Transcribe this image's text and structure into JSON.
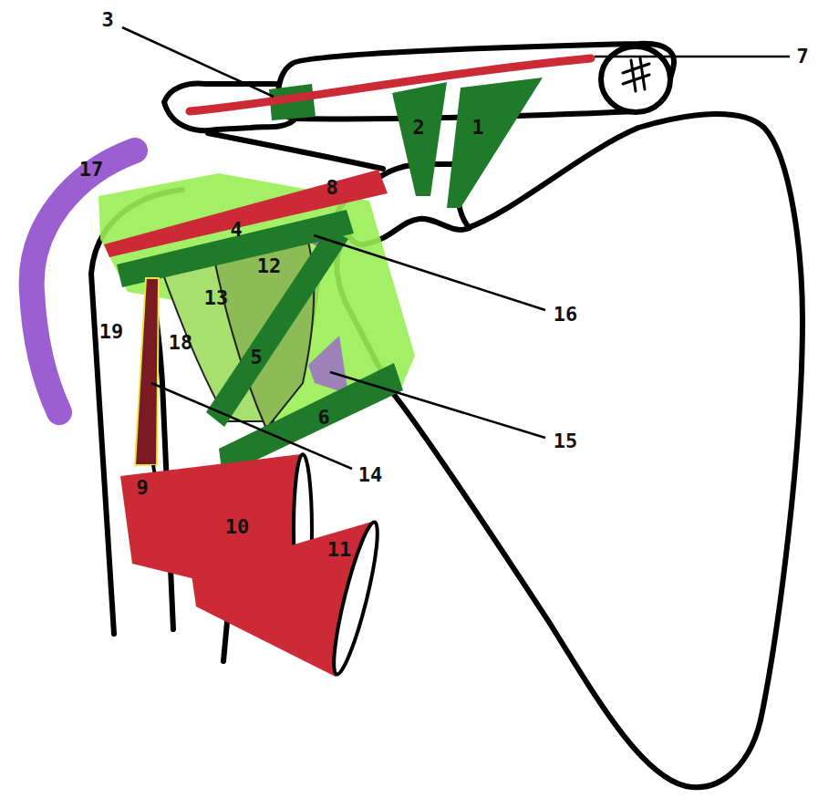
{
  "diagram": {
    "labels": [
      "3",
      "7",
      "2",
      "1",
      "17",
      "8",
      "4",
      "12",
      "16",
      "13",
      "19",
      "18",
      "5",
      "6",
      "15",
      "14",
      "9",
      "10",
      "11"
    ]
  }
}
